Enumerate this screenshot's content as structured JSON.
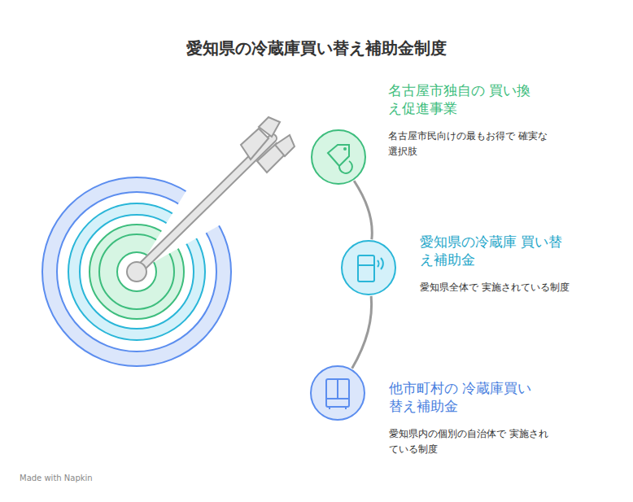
{
  "diagram": {
    "title": "愛知県の冷蔵庫買い替え補助金制度",
    "nodes": [
      {
        "text": [
          "名古屋市独自の 買い換え促進事業",
          "名古屋市民向けの最もお得で 確実な選択肢"
        ]
      },
      {
        "text": [
          "愛知県の冷蔵庫 買い替え補助金",
          "愛知県全体で 実施されている制度"
        ]
      },
      {
        "text": [
          "他市町村の 冷蔵庫買い替え補助金",
          "愛知県内の個別の自治体で 実施されている制度"
        ]
      }
    ],
    "edges": [
      {
        "from": 0,
        "to": 1,
        "arrow": "none"
      },
      {
        "from": 1,
        "to": 2,
        "arrow": "none"
      }
    ],
    "labels": [
      "Made with Napkin"
    ]
  }
}
